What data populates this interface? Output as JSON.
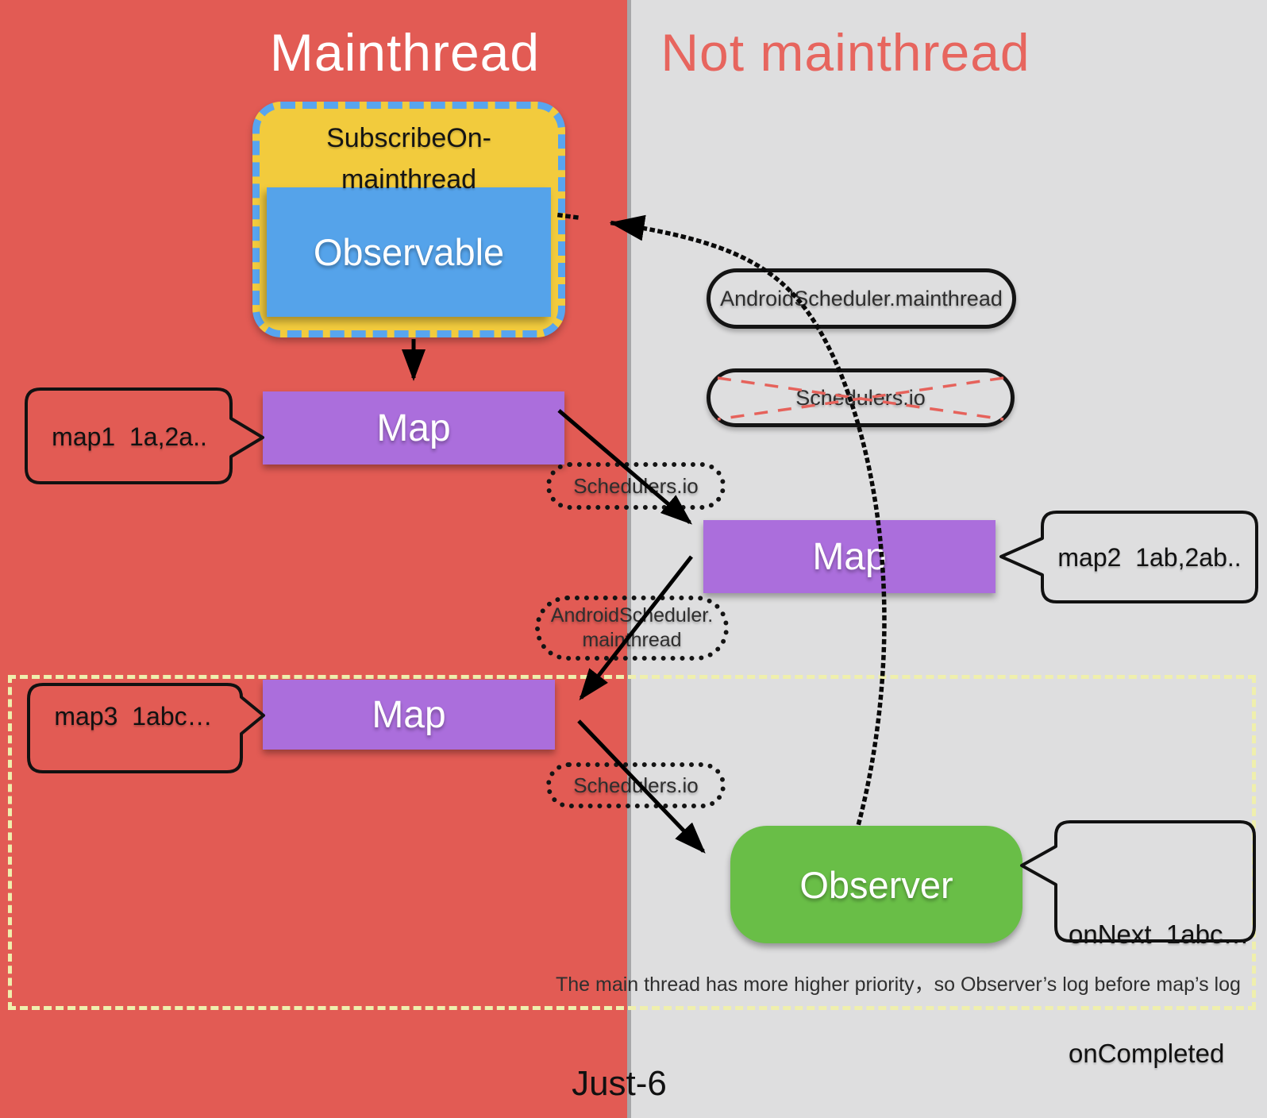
{
  "titles": {
    "mainthread": "Mainthread",
    "not_mainthread": "Not mainthread"
  },
  "subscribe_box": {
    "line1": "SubscribeOn-",
    "line2": "mainthread",
    "observable_label": "Observable"
  },
  "nodes": {
    "map1_label": "Map",
    "map2_label": "Map",
    "map3_label": "Map",
    "observer_label": "Observer"
  },
  "pills": {
    "android_scheduler_mainthread": "AndroidScheduler.mainthread",
    "schedulers_io_crossed": "Schedulers.io",
    "schedulers_io_1": "Schedulers.io",
    "android_scheduler_dotted_line1": "AndroidScheduler.",
    "android_scheduler_dotted_line2": "mainthread",
    "schedulers_io_2": "Schedulers.io"
  },
  "bubbles": {
    "map1": "map1  1a,2a..",
    "map2": "map2  1ab,2ab..",
    "map3": "map3  1abc…",
    "observer_line1": "onNext  1abc…",
    "observer_line2": "onCompleted"
  },
  "note": "The main thread has more higher priority，so Observer’s log before map’s log",
  "footer": "Just-6",
  "colors": {
    "red": "#E25B54",
    "red_title": "#E7655E",
    "gray": "#DEDEDF",
    "divider": "#A7A7A9",
    "yellow": "#F2CB3D",
    "blue": "#55A3EA",
    "blue_dash": "#58A5EF",
    "purple": "#AB6EDC",
    "green": "#69BE47",
    "dash_yellow": "#EFEFAD",
    "cross": "#E6625B",
    "ink": "#141414"
  }
}
